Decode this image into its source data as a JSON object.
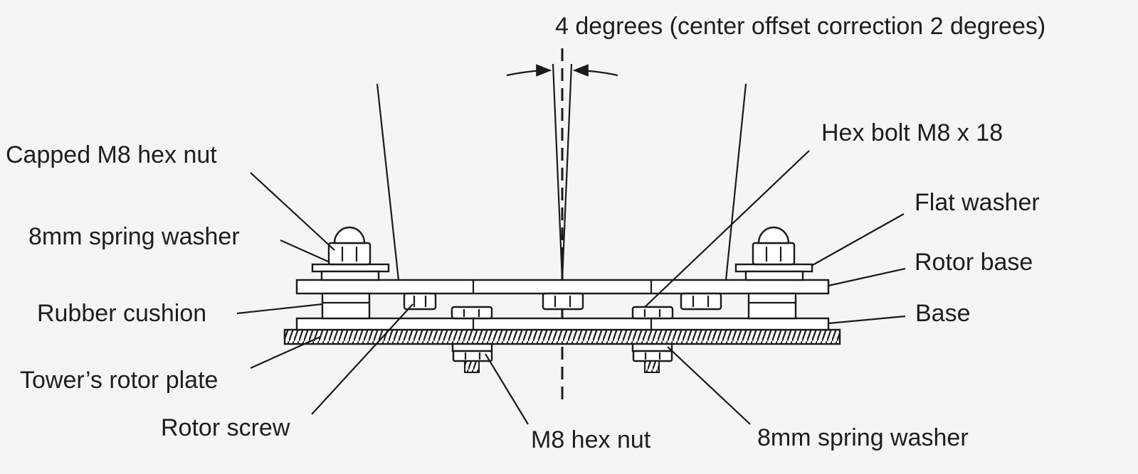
{
  "diagram": {
    "angle_label": "4 degrees (center offset correction 2 degrees)",
    "labels": {
      "capped_nut": "Capped M8 hex nut",
      "spring_washer_top": "8mm spring washer",
      "rubber_cushion": "Rubber cushion",
      "tower_plate": "Tower’s rotor plate",
      "rotor_screw": "Rotor screw",
      "m8_hex_nut": "M8 hex nut",
      "spring_washer_bottom": "8mm spring washer",
      "hex_bolt": "Hex bolt M8 x 18",
      "flat_washer": "Flat washer",
      "rotor_base": "Rotor base",
      "base": "Base"
    }
  }
}
